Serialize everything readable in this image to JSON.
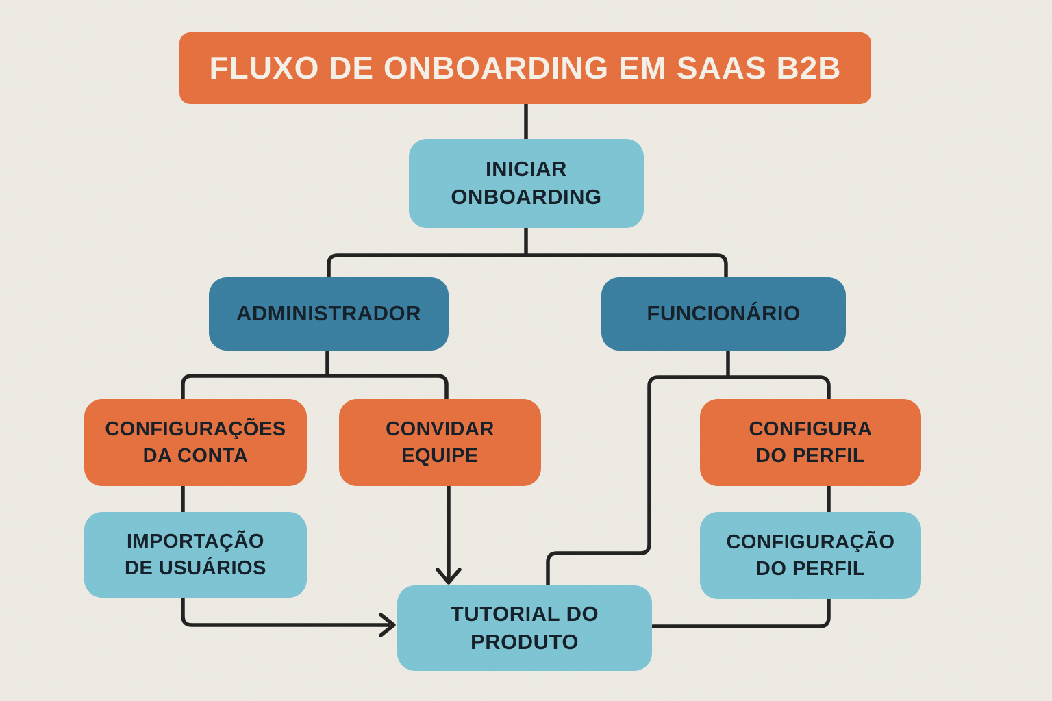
{
  "title": {
    "label": "FLUXO DE ONBOARDING EM SAAS B2B"
  },
  "nodes": {
    "iniciar_onboarding": {
      "label": "INICIAR\nONBOARDING",
      "color": "#7EC6D6"
    },
    "administrador": {
      "label": "ADMINISTRADOR",
      "color": "#3A80A2"
    },
    "funcionario": {
      "label": "FUNCIONÁRIO",
      "color": "#3A80A2"
    },
    "configuracoes_da_conta": {
      "label": "CONFIGURAÇÕES\nDA CONTA",
      "color": "#E7713E"
    },
    "convidar_equipe": {
      "label": "CONVIDAR\nEQUIPE",
      "color": "#E7713E"
    },
    "configura_do_perfil": {
      "label": "CONFIGURA\nDO PERFIL",
      "color": "#E7713E"
    },
    "importacao_de_usuarios": {
      "label": "IMPORTAÇÃO\nDE USUÁRIOS",
      "color": "#7EC6D6"
    },
    "configuracao_do_perfil": {
      "label": "CONFIGURAÇÃO\nDO PERFIL",
      "color": "#7EC6D6"
    },
    "tutorial_do_produto": {
      "label": "TUTORIAL DO\nPRODUTO",
      "color": "#7EC6D6"
    }
  },
  "edges": [
    {
      "from": "title",
      "to": "iniciar_onboarding",
      "arrowhead": false
    },
    {
      "from": "iniciar_onboarding",
      "to": "administrador",
      "arrowhead": false
    },
    {
      "from": "iniciar_onboarding",
      "to": "funcionario",
      "arrowhead": false
    },
    {
      "from": "administrador",
      "to": "configuracoes_da_conta",
      "arrowhead": false
    },
    {
      "from": "administrador",
      "to": "convidar_equipe",
      "arrowhead": false
    },
    {
      "from": "funcionario",
      "to": "configura_do_perfil",
      "arrowhead": false
    },
    {
      "from": "funcionario",
      "to": "tutorial_do_produto",
      "arrowhead": false
    },
    {
      "from": "configuracoes_da_conta",
      "to": "importacao_de_usuarios",
      "arrowhead": false
    },
    {
      "from": "convidar_equipe",
      "to": "tutorial_do_produto",
      "arrowhead": true
    },
    {
      "from": "configura_do_perfil",
      "to": "configuracao_do_perfil",
      "arrowhead": false
    },
    {
      "from": "importacao_de_usuarios",
      "to": "tutorial_do_produto",
      "arrowhead": true
    },
    {
      "from": "configuracao_do_perfil",
      "to": "tutorial_do_produto",
      "arrowhead": false
    }
  ],
  "colors": {
    "background": "#F0EDE6",
    "orange": "#E7713E",
    "light_blue": "#7EC6D6",
    "teal": "#3A80A2",
    "line": "#212121",
    "dark_text": "#141F29",
    "title_text": "#F7F3EB"
  }
}
